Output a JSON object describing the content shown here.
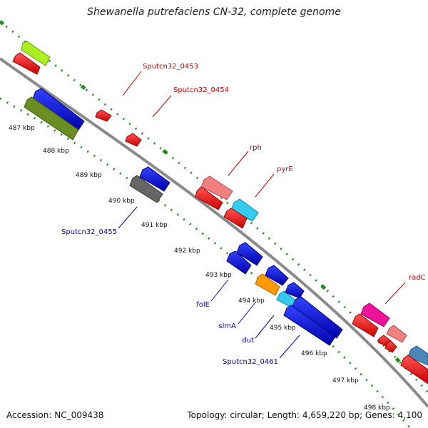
{
  "title": "Shewanella putrefaciens CN-32, complete genome",
  "footer": {
    "accession": "Accession: NC_009438",
    "summary": "Topology: circular; Length: 4,659,220 bp; Genes: 4,100"
  },
  "ticks": [
    "487 kbp",
    "488 kbp",
    "489 kbp",
    "490 kbp",
    "491 kbp",
    "492 kbp",
    "493 kbp",
    "494 kbp",
    "495 kbp",
    "496 kbp",
    "497 kbp",
    "498 kbp"
  ],
  "gene_labels_forward": [
    "Sputcn32_0453",
    "Sputcn32_0454",
    "rph",
    "pyrE",
    "radC"
  ],
  "gene_labels_reverse": [
    "Sputcn32_0455",
    "folE",
    "slmA",
    "dut",
    "Sputcn32_0461"
  ],
  "colors": {
    "forward_label": "#cc0000",
    "reverse_label": "#0000cc",
    "backbone": "#8a8a8a",
    "track": "#2a8a2a",
    "cds_forward": "#ff0000",
    "cds_reverse": "#0000ee",
    "light_red": "#f08080",
    "cyan": "#33ccee",
    "orange": "#ff9900",
    "magenta": "#ee1199",
    "yellow_green": "#aaee22",
    "olive": "#6b8e23",
    "gray": "#666666",
    "steel_blue": "#4a86b8"
  }
}
